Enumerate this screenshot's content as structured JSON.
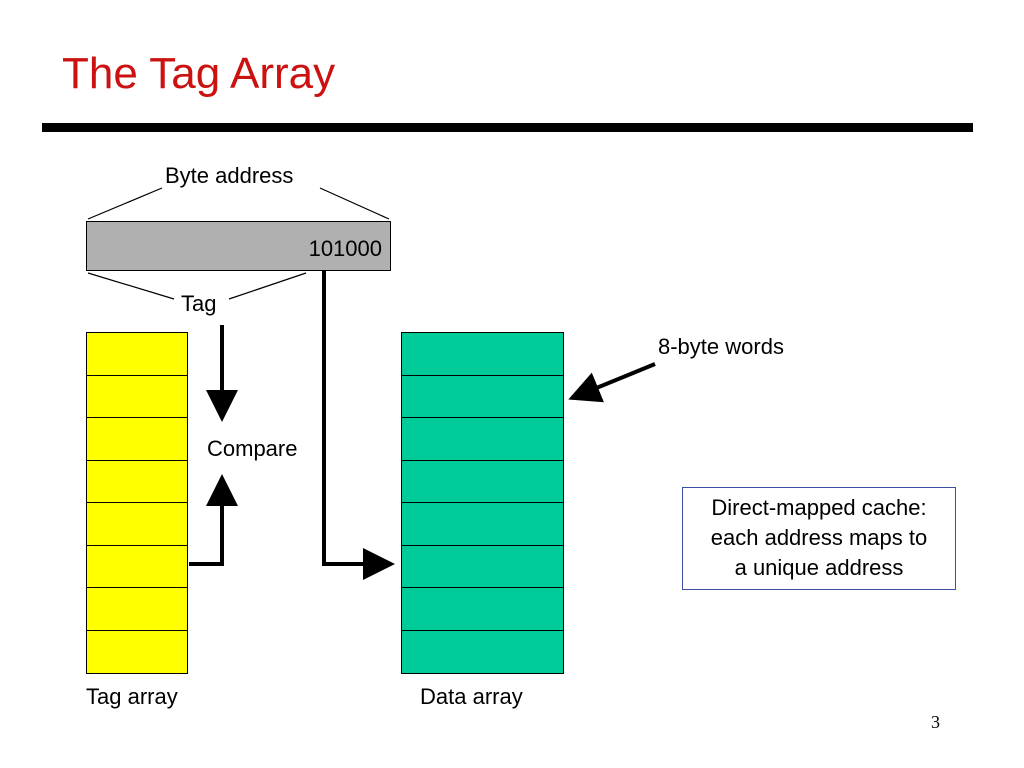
{
  "slide": {
    "title": "The Tag Array",
    "page_number": "3"
  },
  "diagram": {
    "byte_address_label": "Byte address",
    "address_value": "101000",
    "tag_label": "Tag",
    "compare_label": "Compare",
    "word_size_label": "8-byte words",
    "tag_array_label": "Tag array",
    "data_array_label": "Data array",
    "note_lines": [
      "Direct-mapped cache:",
      "each address maps to",
      "a unique address"
    ],
    "rows": 8,
    "colors": {
      "title": "#cc1111",
      "address_box": "#b0b0b0",
      "tag_array": "#ffff00",
      "data_array": "#00cc99",
      "note_border": "#3d4fa3"
    }
  }
}
